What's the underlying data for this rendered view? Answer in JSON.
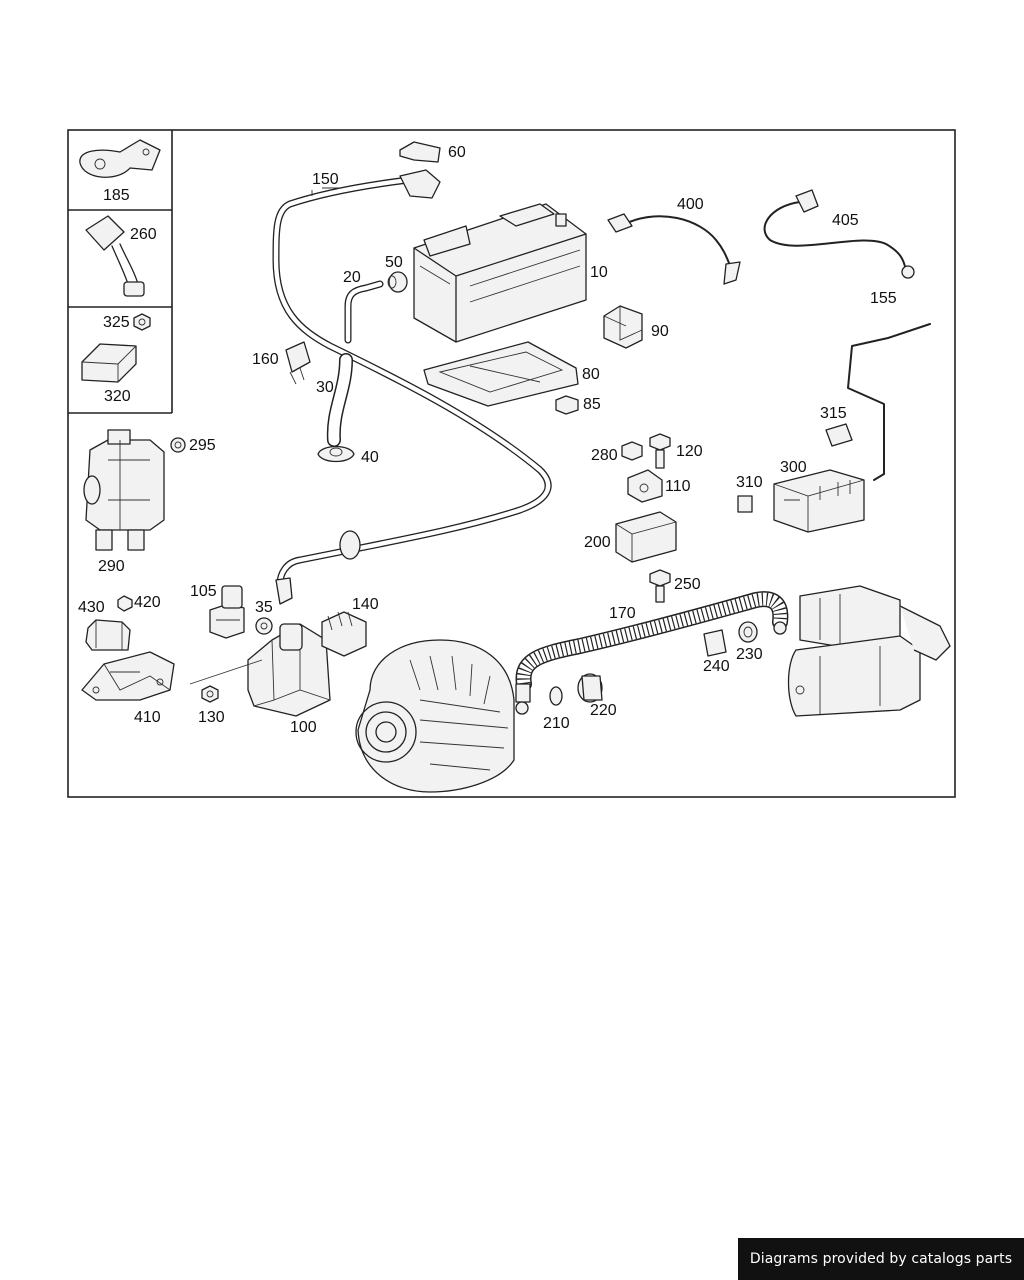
{
  "diagram": {
    "callouts": {
      "c10": "10",
      "c20": "20",
      "c30": "30",
      "c35": "35",
      "c40": "40",
      "c50": "50",
      "c60": "60",
      "c80": "80",
      "c85": "85",
      "c90": "90",
      "c100": "100",
      "c105": "105",
      "c110": "110",
      "c120": "120",
      "c130": "130",
      "c140": "140",
      "c150": "150",
      "c155": "155",
      "c160": "160",
      "c170": "170",
      "c185": "185",
      "c200": "200",
      "c210": "210",
      "c220": "220",
      "c230": "230",
      "c240": "240",
      "c250": "250",
      "c260": "260",
      "c280": "280",
      "c290": "290",
      "c295": "295",
      "c300": "300",
      "c310": "310",
      "c315": "315",
      "c320": "320",
      "c325": "325",
      "c400": "400",
      "c405": "405",
      "c410": "410",
      "c420": "420",
      "c430": "430"
    }
  },
  "footer": {
    "credit": "Diagrams provided by catalogs parts"
  }
}
